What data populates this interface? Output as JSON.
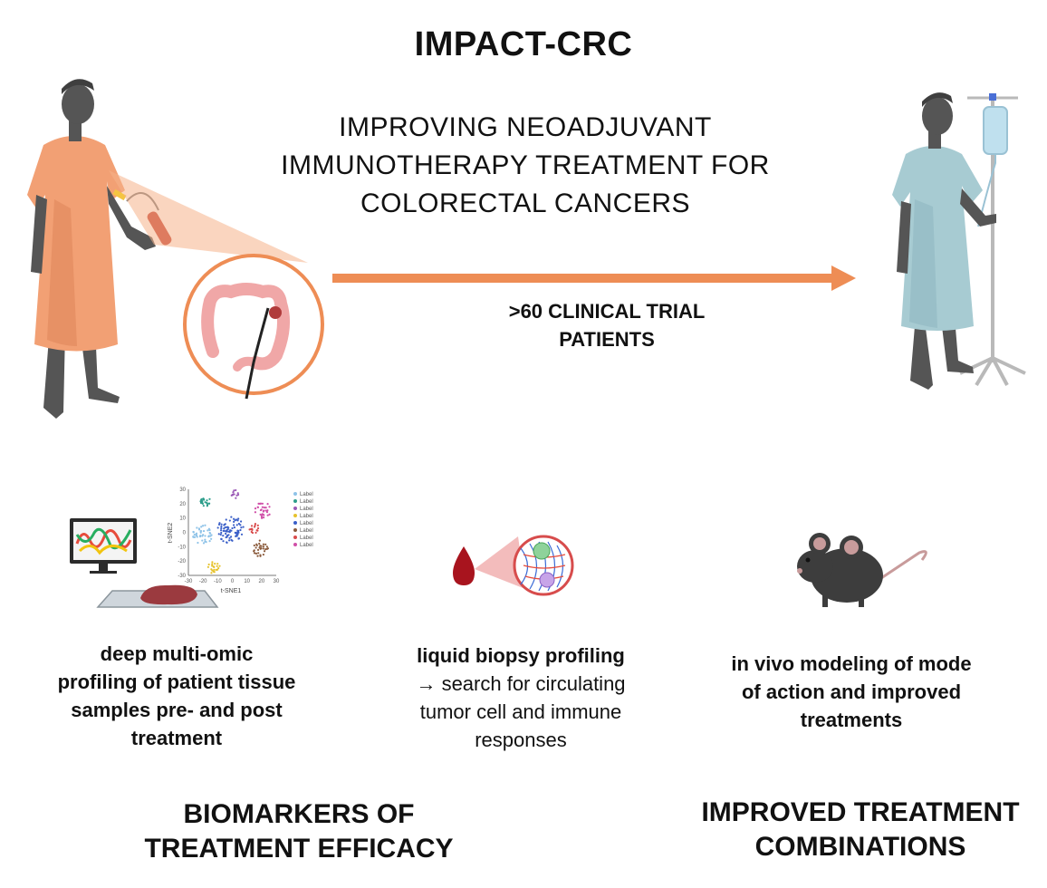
{
  "title": "IMPACT-CRC",
  "subtitle_lines": [
    "IMPROVING NEOADJUVANT",
    "IMMUNOTHERAPY TREATMENT FOR",
    "COLORECTAL CANCERS"
  ],
  "trial": {
    "line1": ">60 CLINICAL TRIAL",
    "line2": "PATIENTS"
  },
  "approaches": {
    "tissue": {
      "line1": "deep multi-omic",
      "line2": "profiling of patient tissue",
      "line3": "samples pre- and post",
      "line4": "treatment"
    },
    "liquid": {
      "bold": "liquid biopsy profiling",
      "line2": "→ search for circulating",
      "line3": "tumor cell and immune",
      "line4": "responses"
    },
    "invivo": {
      "line1": "in vivo modeling of mode",
      "line2": "of action and improved",
      "line3": "treatments"
    }
  },
  "outcomes": {
    "biomarkers": {
      "line1": "BIOMARKERS OF",
      "line2": "TREATMENT EFFICACY"
    },
    "combinations": {
      "line1": "IMPROVED TREATMENT",
      "line2": "COMBINATIONS"
    }
  },
  "tsne": {
    "xlabel": "t-SNE1",
    "ylabel": "t-SNE2",
    "xticks": [
      "-30",
      "-20",
      "-10",
      "0",
      "10",
      "20",
      "30"
    ],
    "yticks": [
      "30",
      "20",
      "10",
      "0",
      "-10",
      "-20",
      "-30"
    ],
    "legend": [
      "Label",
      "Label",
      "Label",
      "Label",
      "Label",
      "Label",
      "Label",
      "Label"
    ]
  },
  "colors": {
    "accent_orange": "#ee8d55",
    "patient_gown_orange": "#f2a074",
    "patient_gown_blue": "#a7cbd2",
    "skin": "#5a5a5a",
    "blood": "#a8141e",
    "mouse": "#3d3d3d"
  }
}
